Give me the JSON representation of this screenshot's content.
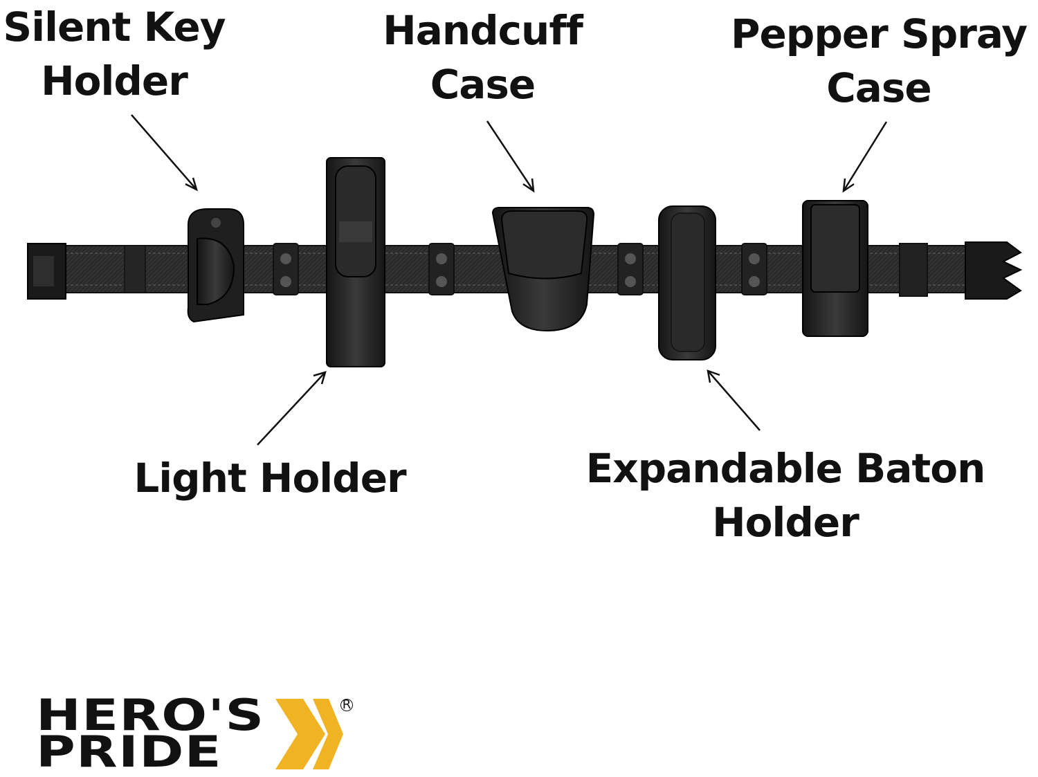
{
  "labels": {
    "silent_key": {
      "line1": "Silent Key",
      "line2": "Holder"
    },
    "handcuff": {
      "line1": "Handcuff",
      "line2": "Case"
    },
    "pepper_spray": {
      "line1": "Pepper Spray",
      "line2": "Case"
    },
    "light_holder": {
      "line1": "Light Holder"
    },
    "baton": {
      "line1": "Expandable Baton",
      "line2": "Holder"
    }
  },
  "logo": {
    "line1": "HERO'S",
    "line2": "PRIDE",
    "registered": "R",
    "accent_color": "#f0b323"
  },
  "colors": {
    "belt": "#2c2c2c",
    "pouch": "#1e1e1e",
    "text": "#111111"
  }
}
